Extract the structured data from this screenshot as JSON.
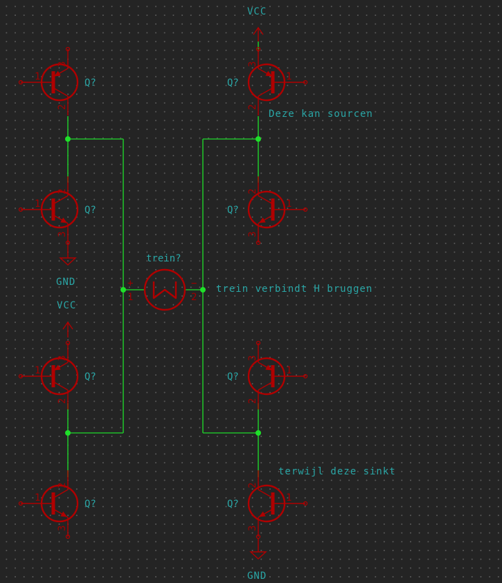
{
  "power": {
    "vcc": "VCC",
    "gnd": "GND"
  },
  "transistors": {
    "ref": "Q?",
    "pin_base": "1",
    "pin_collector": "3",
    "pin_emitter": "2"
  },
  "motor": {
    "ref": "trein?",
    "pin1": "1",
    "pin2": "2",
    "plus": "+",
    "minus": "−"
  },
  "notes": {
    "source": "Deze kan sourcen",
    "bridge": "trein verbindt H bruggen",
    "sink": "terwijl deze sinkt"
  }
}
